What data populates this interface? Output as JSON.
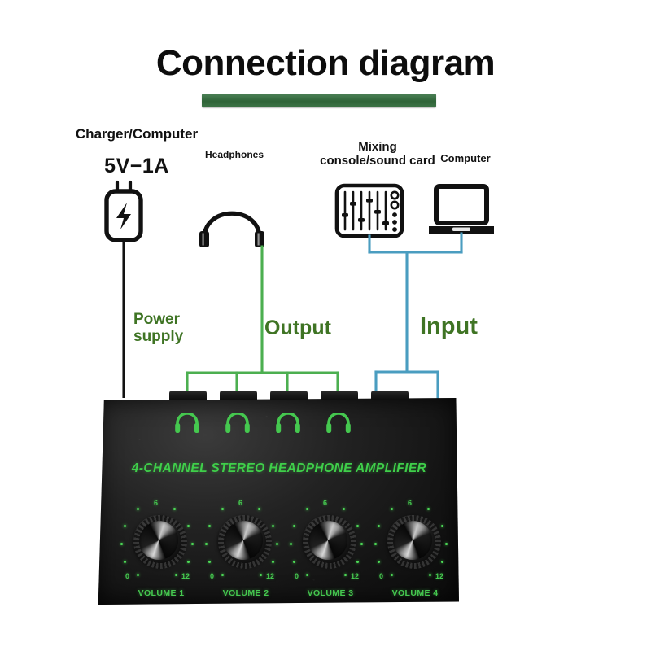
{
  "page": {
    "title": "Connection diagram",
    "title_underline_color": "#2f6438",
    "background": "#ffffff"
  },
  "colors": {
    "output_wire": "#4caf50",
    "input_wire": "#4a9dc0",
    "power_wire": "#111111",
    "flow_label": "#3f7424",
    "device_green": "#45c84f",
    "device_body": "#141414"
  },
  "sources": [
    {
      "id": "charger",
      "label": "Charger/Computer",
      "spec": "5V−1A",
      "icon": "power-adapter-icon",
      "wire": "power"
    },
    {
      "id": "headphones",
      "label": "Headphones",
      "icon": "headphones-icon",
      "wire": "output"
    },
    {
      "id": "mixer",
      "label": "Mixing\nconsole/sound card",
      "label_line1": "Mixing",
      "label_line2": "console/sound card",
      "icon": "mixing-console-icon",
      "wire": "input"
    },
    {
      "id": "computer",
      "label": "Computer",
      "icon": "laptop-icon",
      "wire": "input"
    }
  ],
  "flows": [
    {
      "id": "power",
      "label_line1": "Power",
      "label_line2": "supply",
      "label": "Power supply",
      "color": "#3f7424"
    },
    {
      "id": "output",
      "label": "Output",
      "color": "#3f7424"
    },
    {
      "id": "input",
      "label": "Input",
      "color": "#3f7424"
    }
  ],
  "amplifier": {
    "brand_text": "4-CHANNEL STEREO HEADPHONE AMPLIFIER",
    "jack_count": 5,
    "headphone_jack_icons": [
      "headphone-jack-icon-1",
      "headphone-jack-icon-2",
      "headphone-jack-icon-3",
      "headphone-jack-icon-4"
    ],
    "channels": [
      {
        "label": "VOLUME 1",
        "scale_min": "0",
        "scale_mid": "6",
        "scale_max": "12"
      },
      {
        "label": "VOLUME 2",
        "scale_min": "0",
        "scale_mid": "6",
        "scale_max": "12"
      },
      {
        "label": "VOLUME 3",
        "scale_min": "0",
        "scale_mid": "6",
        "scale_max": "12"
      },
      {
        "label": "VOLUME 4",
        "scale_min": "0",
        "scale_mid": "6",
        "scale_max": "12"
      }
    ]
  }
}
